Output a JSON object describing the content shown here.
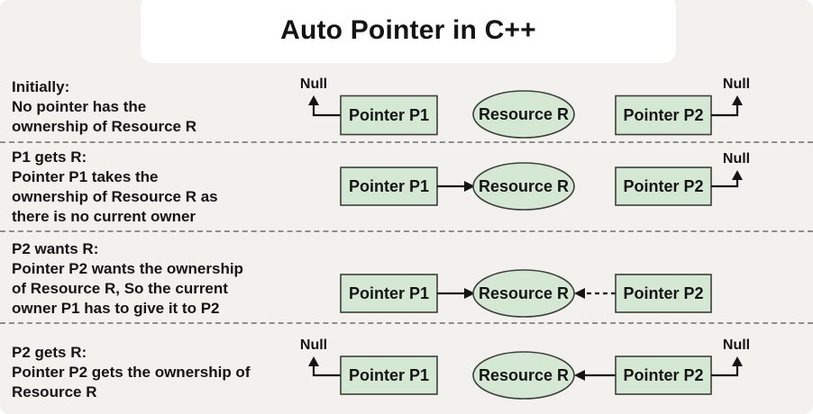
{
  "title": "Auto Pointer in C++",
  "node_labels": {
    "p1": "Pointer P1",
    "p2": "Pointer P2",
    "resource": "Resource R",
    "null_value": "Null"
  },
  "rows": [
    {
      "heading": "Initially:",
      "body": "No pointer has the\nownership of Resource R"
    },
    {
      "heading": "P1 gets R:",
      "body": "Pointer P1 takes the\nownership of Resource R as\nthere is no current owner"
    },
    {
      "heading": "P2 wants R:",
      "body": "Pointer P2 wants the ownership\nof Resource R, So the current\nowner P1 has to give it to P2"
    },
    {
      "heading": "P2 gets R:",
      "body": "Pointer P2 gets the ownership of\nResource R"
    }
  ],
  "colors": {
    "background": "#f2f1ee",
    "title_bg": "#ffffff",
    "node_fill": "#d5e8d4",
    "node_stroke": "#3f3f3f",
    "arrow": "#141414",
    "separator": "#8e8e8e",
    "text": "#141414"
  }
}
